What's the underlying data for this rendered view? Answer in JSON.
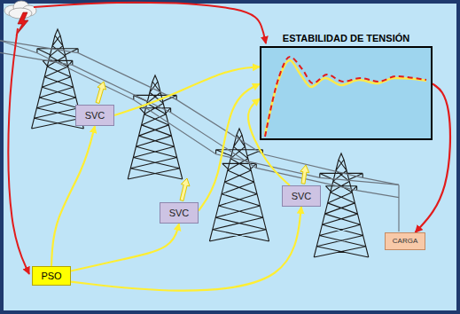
{
  "diagram": {
    "nodes": [
      {
        "text": [
          "ESTABILIDAD DE TENSIÓN"
        ]
      },
      {
        "text": [
          "SVC"
        ]
      },
      {
        "text": [
          "SVC"
        ]
      },
      {
        "text": [
          "SVC"
        ]
      },
      {
        "text": [
          "CARGA"
        ]
      },
      {
        "text": [
          "PSO"
        ]
      }
    ],
    "edges": [
      {
        "from": 5,
        "to": 1,
        "arrow": "to"
      },
      {
        "from": 5,
        "to": 2,
        "arrow": "to"
      },
      {
        "from": 5,
        "to": 3,
        "arrow": "to"
      },
      {
        "from": 1,
        "to": 0,
        "arrow": "to"
      },
      {
        "from": 2,
        "to": 0,
        "arrow": "to"
      },
      {
        "from": 3,
        "to": 0,
        "arrow": "to"
      },
      {
        "from": 0,
        "to": 4,
        "arrow": "to"
      }
    ]
  }
}
